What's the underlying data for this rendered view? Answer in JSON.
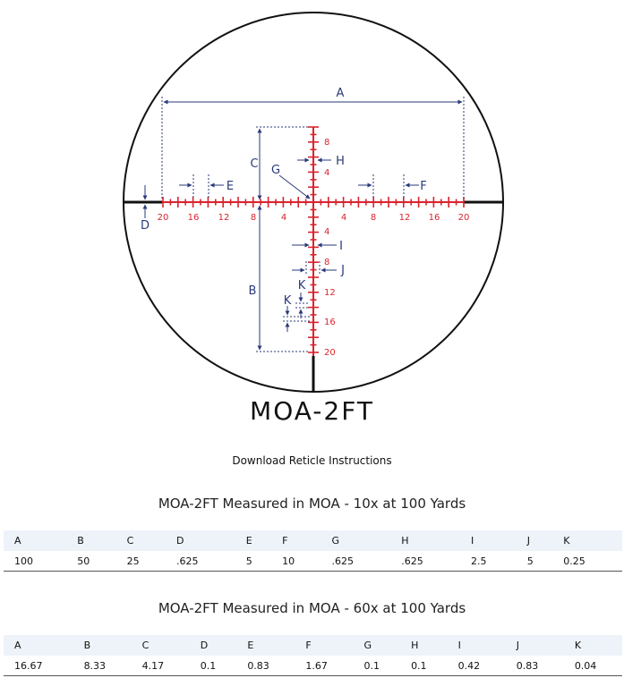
{
  "reticle": {
    "left_scale_labels": [
      "20",
      "16",
      "12",
      "8",
      "4"
    ],
    "right_scale_labels": [
      "4",
      "8",
      "12",
      "16",
      "20"
    ],
    "up_scale_labels": [
      "8",
      "4"
    ],
    "down_scale_labels": [
      "4",
      "8",
      "12",
      "16",
      "20"
    ],
    "callouts": {
      "A": "A",
      "B": "B",
      "C": "C",
      "D": "D",
      "E": "E",
      "F": "F",
      "G": "G",
      "H": "H",
      "I": "I",
      "J": "J",
      "K1": "K",
      "K2": "K"
    }
  },
  "title": "MOA-2FT",
  "download_link": "Download Reticle Instructions",
  "tables": [
    {
      "heading": "MOA-2FT Measured in MOA - 10x at 100 Yards",
      "headers": [
        "A",
        "B",
        "C",
        "D",
        "E",
        "F",
        "G",
        "H",
        "I",
        "J",
        "K"
      ],
      "values": [
        "100",
        "50",
        "25",
        ".625",
        "5",
        "10",
        ".625",
        ".625",
        "2.5",
        "5",
        "0.25"
      ]
    },
    {
      "heading": "MOA-2FT Measured in MOA - 60x at 100 Yards",
      "headers": [
        "A",
        "B",
        "C",
        "D",
        "E",
        "F",
        "G",
        "H",
        "I",
        "J",
        "K"
      ],
      "values": [
        "16.67",
        "8.33",
        "4.17",
        "0.1",
        "0.83",
        "1.67",
        "0.1",
        "0.1",
        "0.42",
        "0.83",
        "0.04"
      ]
    }
  ],
  "colors": {
    "reticle_red": "#d9232e",
    "reticle_black": "#111111",
    "dimension_blue": "#2a3a7a",
    "table_header_bg": "#eef3fa"
  }
}
